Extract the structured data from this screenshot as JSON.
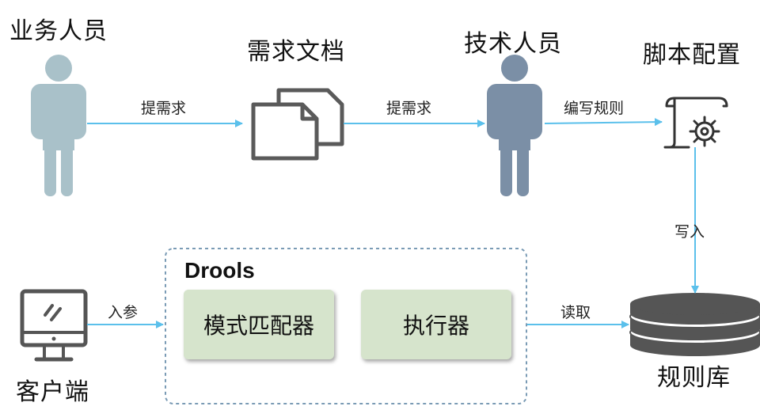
{
  "nodes": {
    "business": "业务人员",
    "requirement_doc": "需求文档",
    "tech": "技术人员",
    "script_config": "脚本配置",
    "client": "客户端",
    "rule_repo": "规则库"
  },
  "drools": {
    "title": "Drools",
    "pattern_matcher": "模式匹配器",
    "executor": "执行器"
  },
  "edges": {
    "business_to_doc": "提需求",
    "doc_to_tech": "提需求",
    "tech_to_script": "编写规则",
    "script_to_repo": "写入",
    "client_to_drools": "入参",
    "repo_to_drools": "读取"
  },
  "colors": {
    "arrow": "#5bc0eb",
    "business_person": "#a9c1c9",
    "tech_person": "#7b8fa6",
    "rule_box": "#d6e4cc",
    "group_border": "#7a9bb5",
    "icon_gray": "#5a5a5a"
  }
}
